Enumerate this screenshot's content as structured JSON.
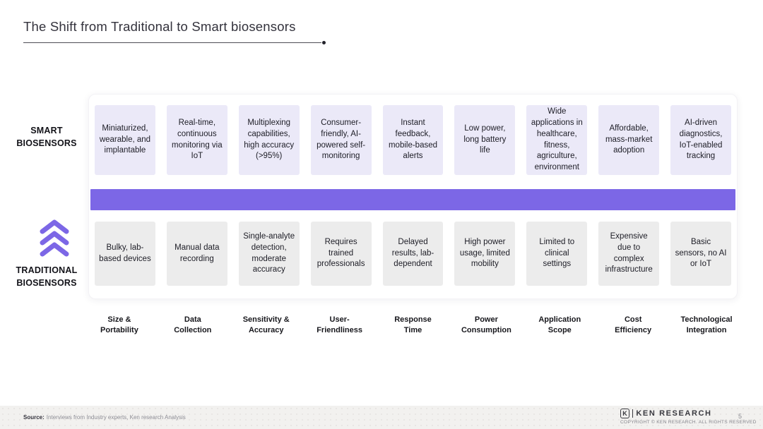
{
  "title": "The Shift from Traditional to Smart biosensors",
  "colors": {
    "accent_purple": "#7c67e6",
    "smart_card_bg": "#ebe9f8",
    "traditional_card_bg": "#ececec",
    "footer_bg": "#f2f1ef"
  },
  "rows": {
    "smart": {
      "label": "SMART\nBIOSENSORS",
      "cards": [
        "Miniaturized, wearable, and implantable",
        "Real-time, continuous monitoring via IoT",
        "Multiplexing capabilities, high accuracy (>95%)",
        "Consumer-friendly, AI-powered self-monitoring",
        "Instant feedback, mobile-based alerts",
        "Low power, long battery life",
        "Wide applications in healthcare, fitness, agriculture, environment",
        "Affordable, mass-market adoption",
        "AI-driven diagnostics, IoT-enabled tracking"
      ]
    },
    "traditional": {
      "label": "TRADITIONAL\nBIOSENSORS",
      "cards": [
        "Bulky, lab-based devices",
        "Manual data recording",
        "Single-analyte detection, moderate accuracy",
        "Requires trained professionals",
        "Delayed results, lab-dependent",
        "High power usage, limited mobility",
        "Limited to clinical settings",
        "Expensive due to complex infrastructure",
        "Basic sensors, no AI or IoT"
      ]
    }
  },
  "columns": [
    "Size &\nPortability",
    "Data\nCollection",
    "Sensitivity &\nAccuracy",
    "User-\nFriendliness",
    "Response\nTime",
    "Power\nConsumption",
    "Application\nScope",
    "Cost\nEfficiency",
    "Technological\nIntegration"
  ],
  "footer": {
    "source_label": "Source:",
    "source_text": "Interviews from Industry experts, Ken research Analysis",
    "brand_icon": "K",
    "brand_name": "KEN RESEARCH",
    "copyright": "COPYRIGHT © KEN RESEARCH. ALL RIGHTS RESERVED",
    "page_number": "5"
  }
}
